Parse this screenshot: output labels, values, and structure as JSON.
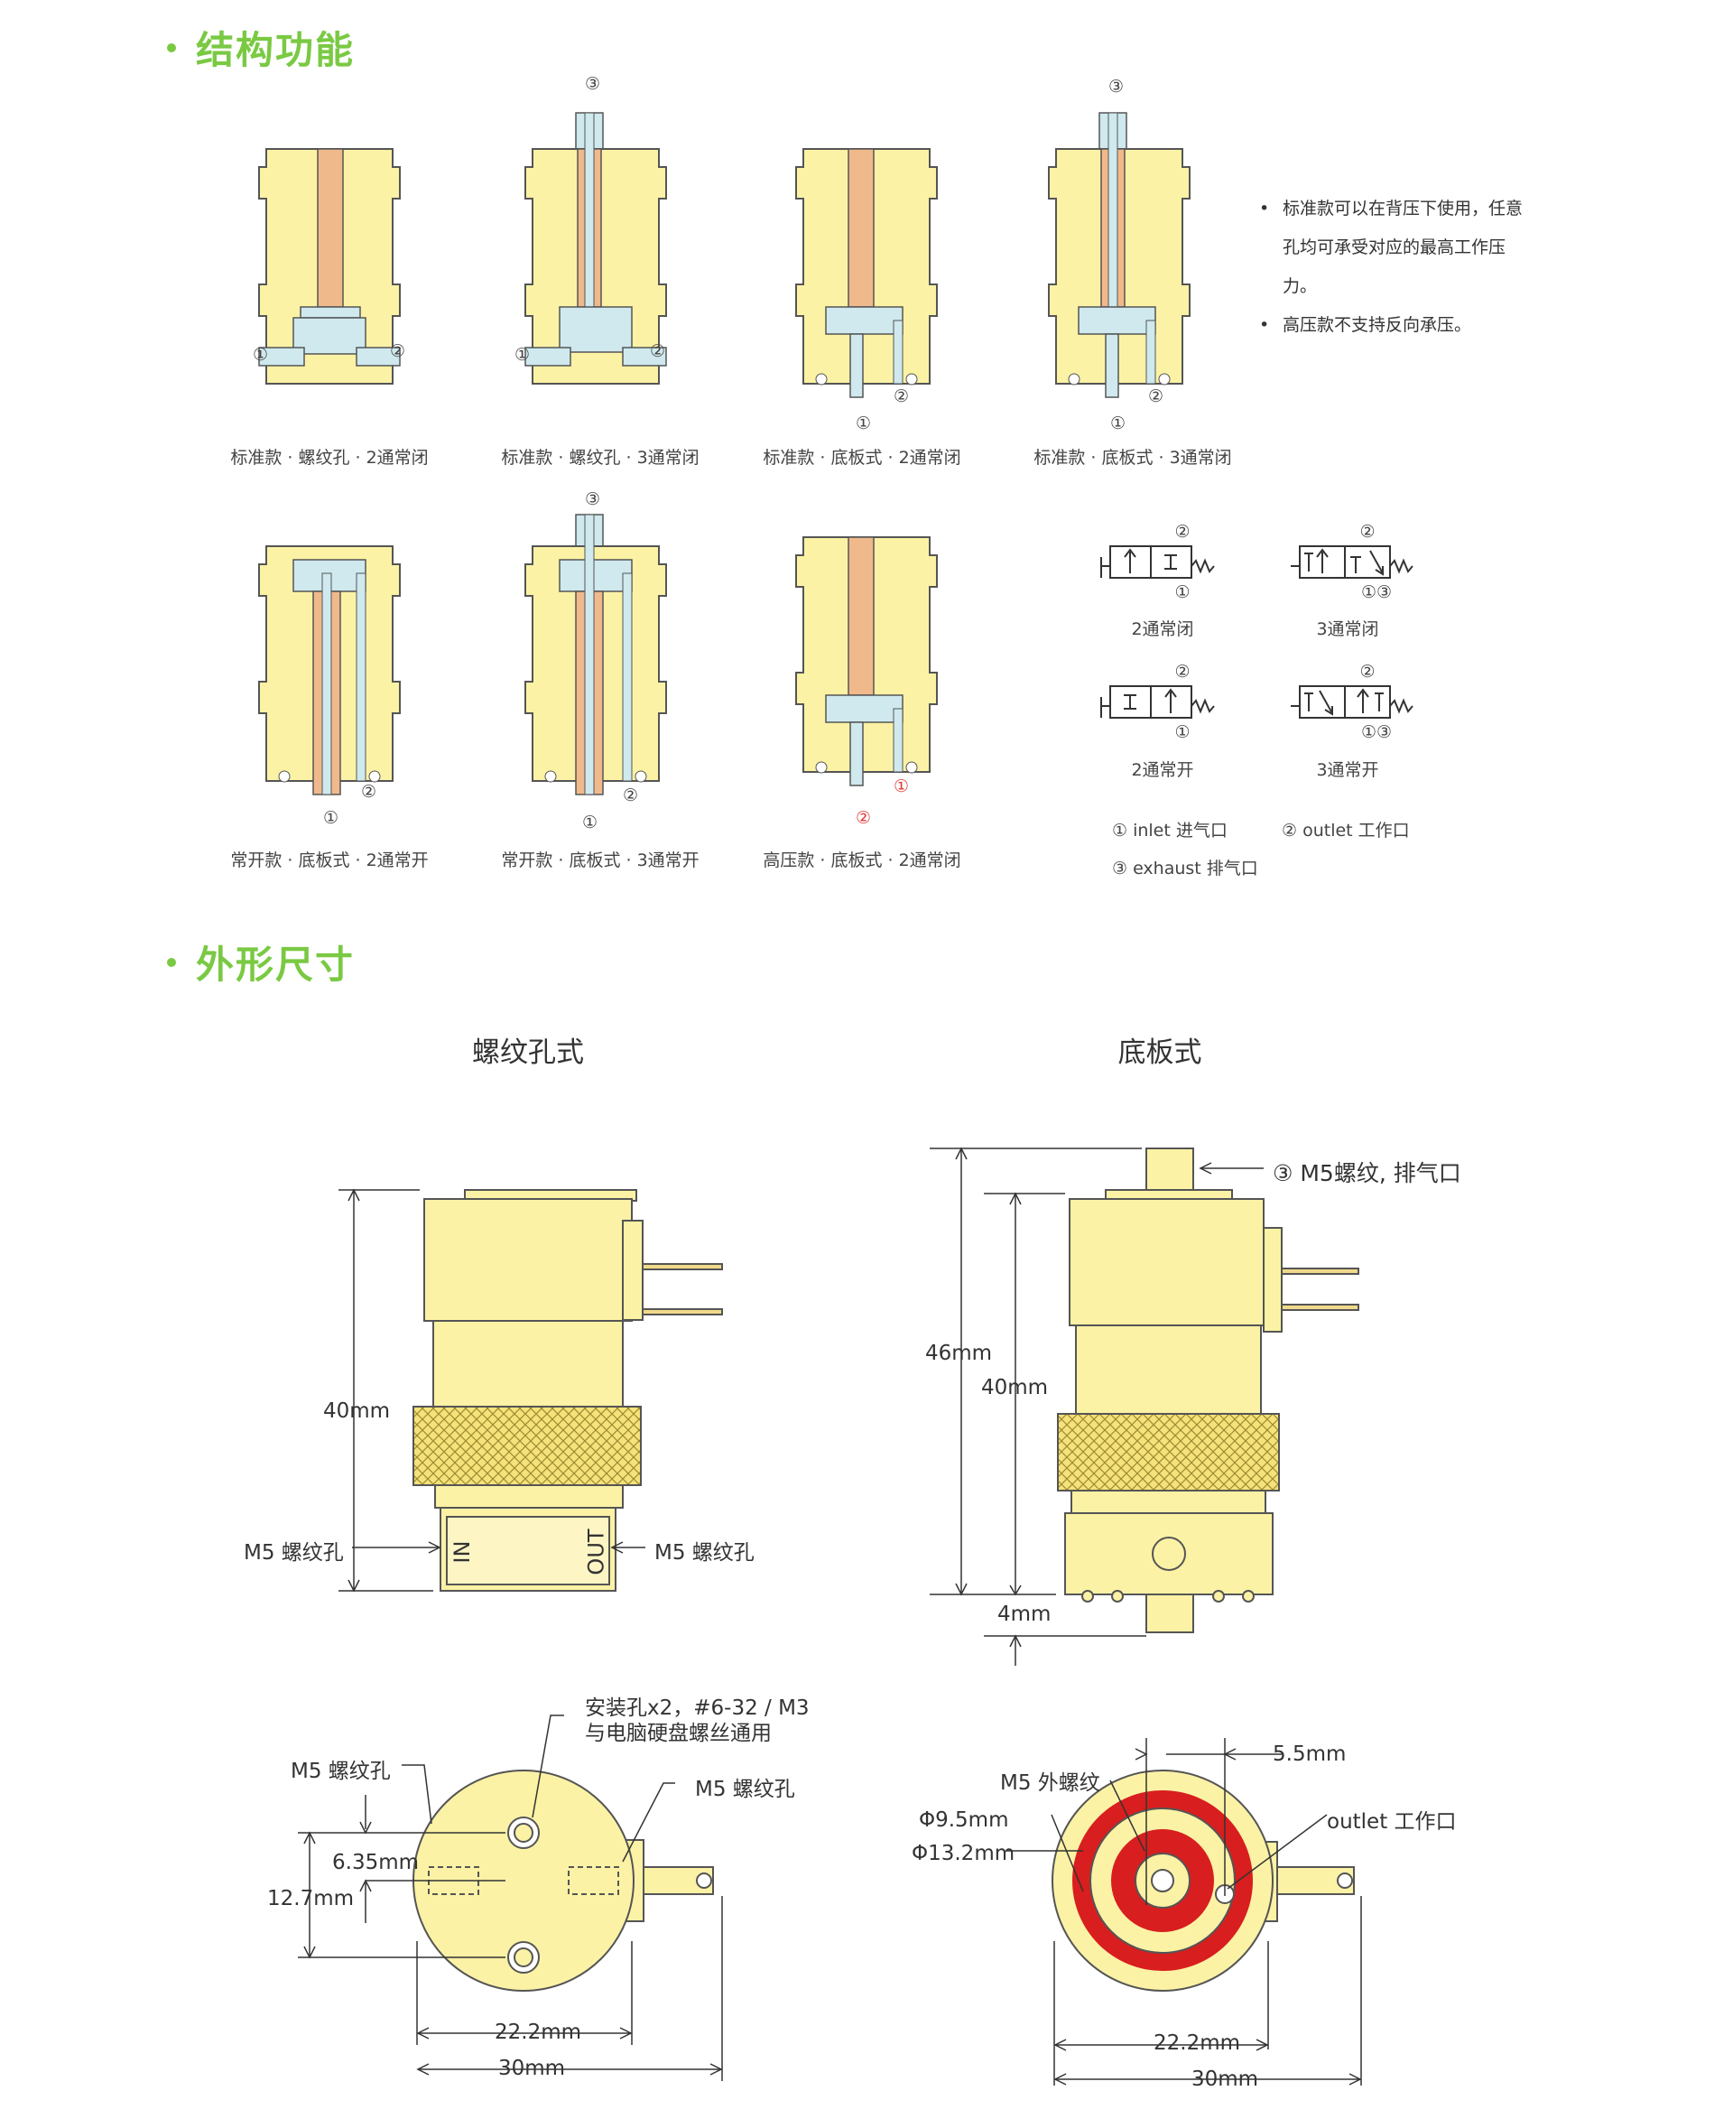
{
  "sections": {
    "structure_title": "结构功能",
    "dimensions_title": "外形尺寸"
  },
  "valve_diagrams": [
    {
      "caption": "标准款 · 螺纹孔 · 2通常闭"
    },
    {
      "caption": "标准款 · 螺纹孔 · 3通常闭"
    },
    {
      "caption": "标准款 · 底板式 · 2通常闭"
    },
    {
      "caption": "标准款 · 底板式 · 3通常闭"
    },
    {
      "caption": "常开款 · 底板式 · 2通常开"
    },
    {
      "caption": "常开款 · 底板式 · 3通常开"
    },
    {
      "caption": "高压款 · 底板式 · 2通常闭"
    }
  ],
  "notes": [
    "标准款可以在背压下使用，任意孔均可承受对应的最高工作压力。",
    "高压款不支持反向承压。"
  ],
  "port_markers": {
    "p1": "①",
    "p2": "②",
    "p3": "③",
    "p13": "①③"
  },
  "symbols": [
    {
      "caption": "2通常闭"
    },
    {
      "caption": "3通常闭"
    },
    {
      "caption": "2通常开"
    },
    {
      "caption": "3通常开"
    }
  ],
  "legend": {
    "inlet": "① inlet 进气口",
    "outlet": "② outlet 工作口",
    "exhaust": "③ exhaust 排气口"
  },
  "views": {
    "threaded": "螺纹孔式",
    "manifold": "底板式"
  },
  "threaded_dims": {
    "height": "40mm",
    "port_left": "M5 螺纹孔",
    "port_right": "M5 螺纹孔",
    "label_in": "NI",
    "label_out": "OUT",
    "mount_note_line1": "安装孔x2，#6-32 / M3",
    "mount_note_line2": "与电脑硬盘螺丝通用",
    "bottom_port_left": "M5 螺纹孔",
    "bottom_port_right": "M5 螺纹孔",
    "hole_spacing_half": "6.35mm",
    "hole_spacing": "12.7mm",
    "body_width": "22.2mm",
    "overall_width": "30mm"
  },
  "manifold_dims": {
    "exhaust_note": "③ M5螺纹, 排气口",
    "total_height": "46mm",
    "body_height": "40mm",
    "stub_height": "4mm",
    "external_thread": "M5 外螺纹",
    "offset": "5.5mm",
    "outlet": "outlet 工作口",
    "inner_dia": "Φ9.5mm",
    "outer_dia": "Φ13.2mm",
    "body_width": "22.2mm",
    "overall_width": "30mm"
  },
  "colors": {
    "accent_green": "#7ac943",
    "body_yellow": "#fbf2a5",
    "copper": "#f0b98c",
    "passage_blue": "#cfe9ee",
    "seal_red": "#d81e1e",
    "hp_port_red": "#e03b3b"
  }
}
